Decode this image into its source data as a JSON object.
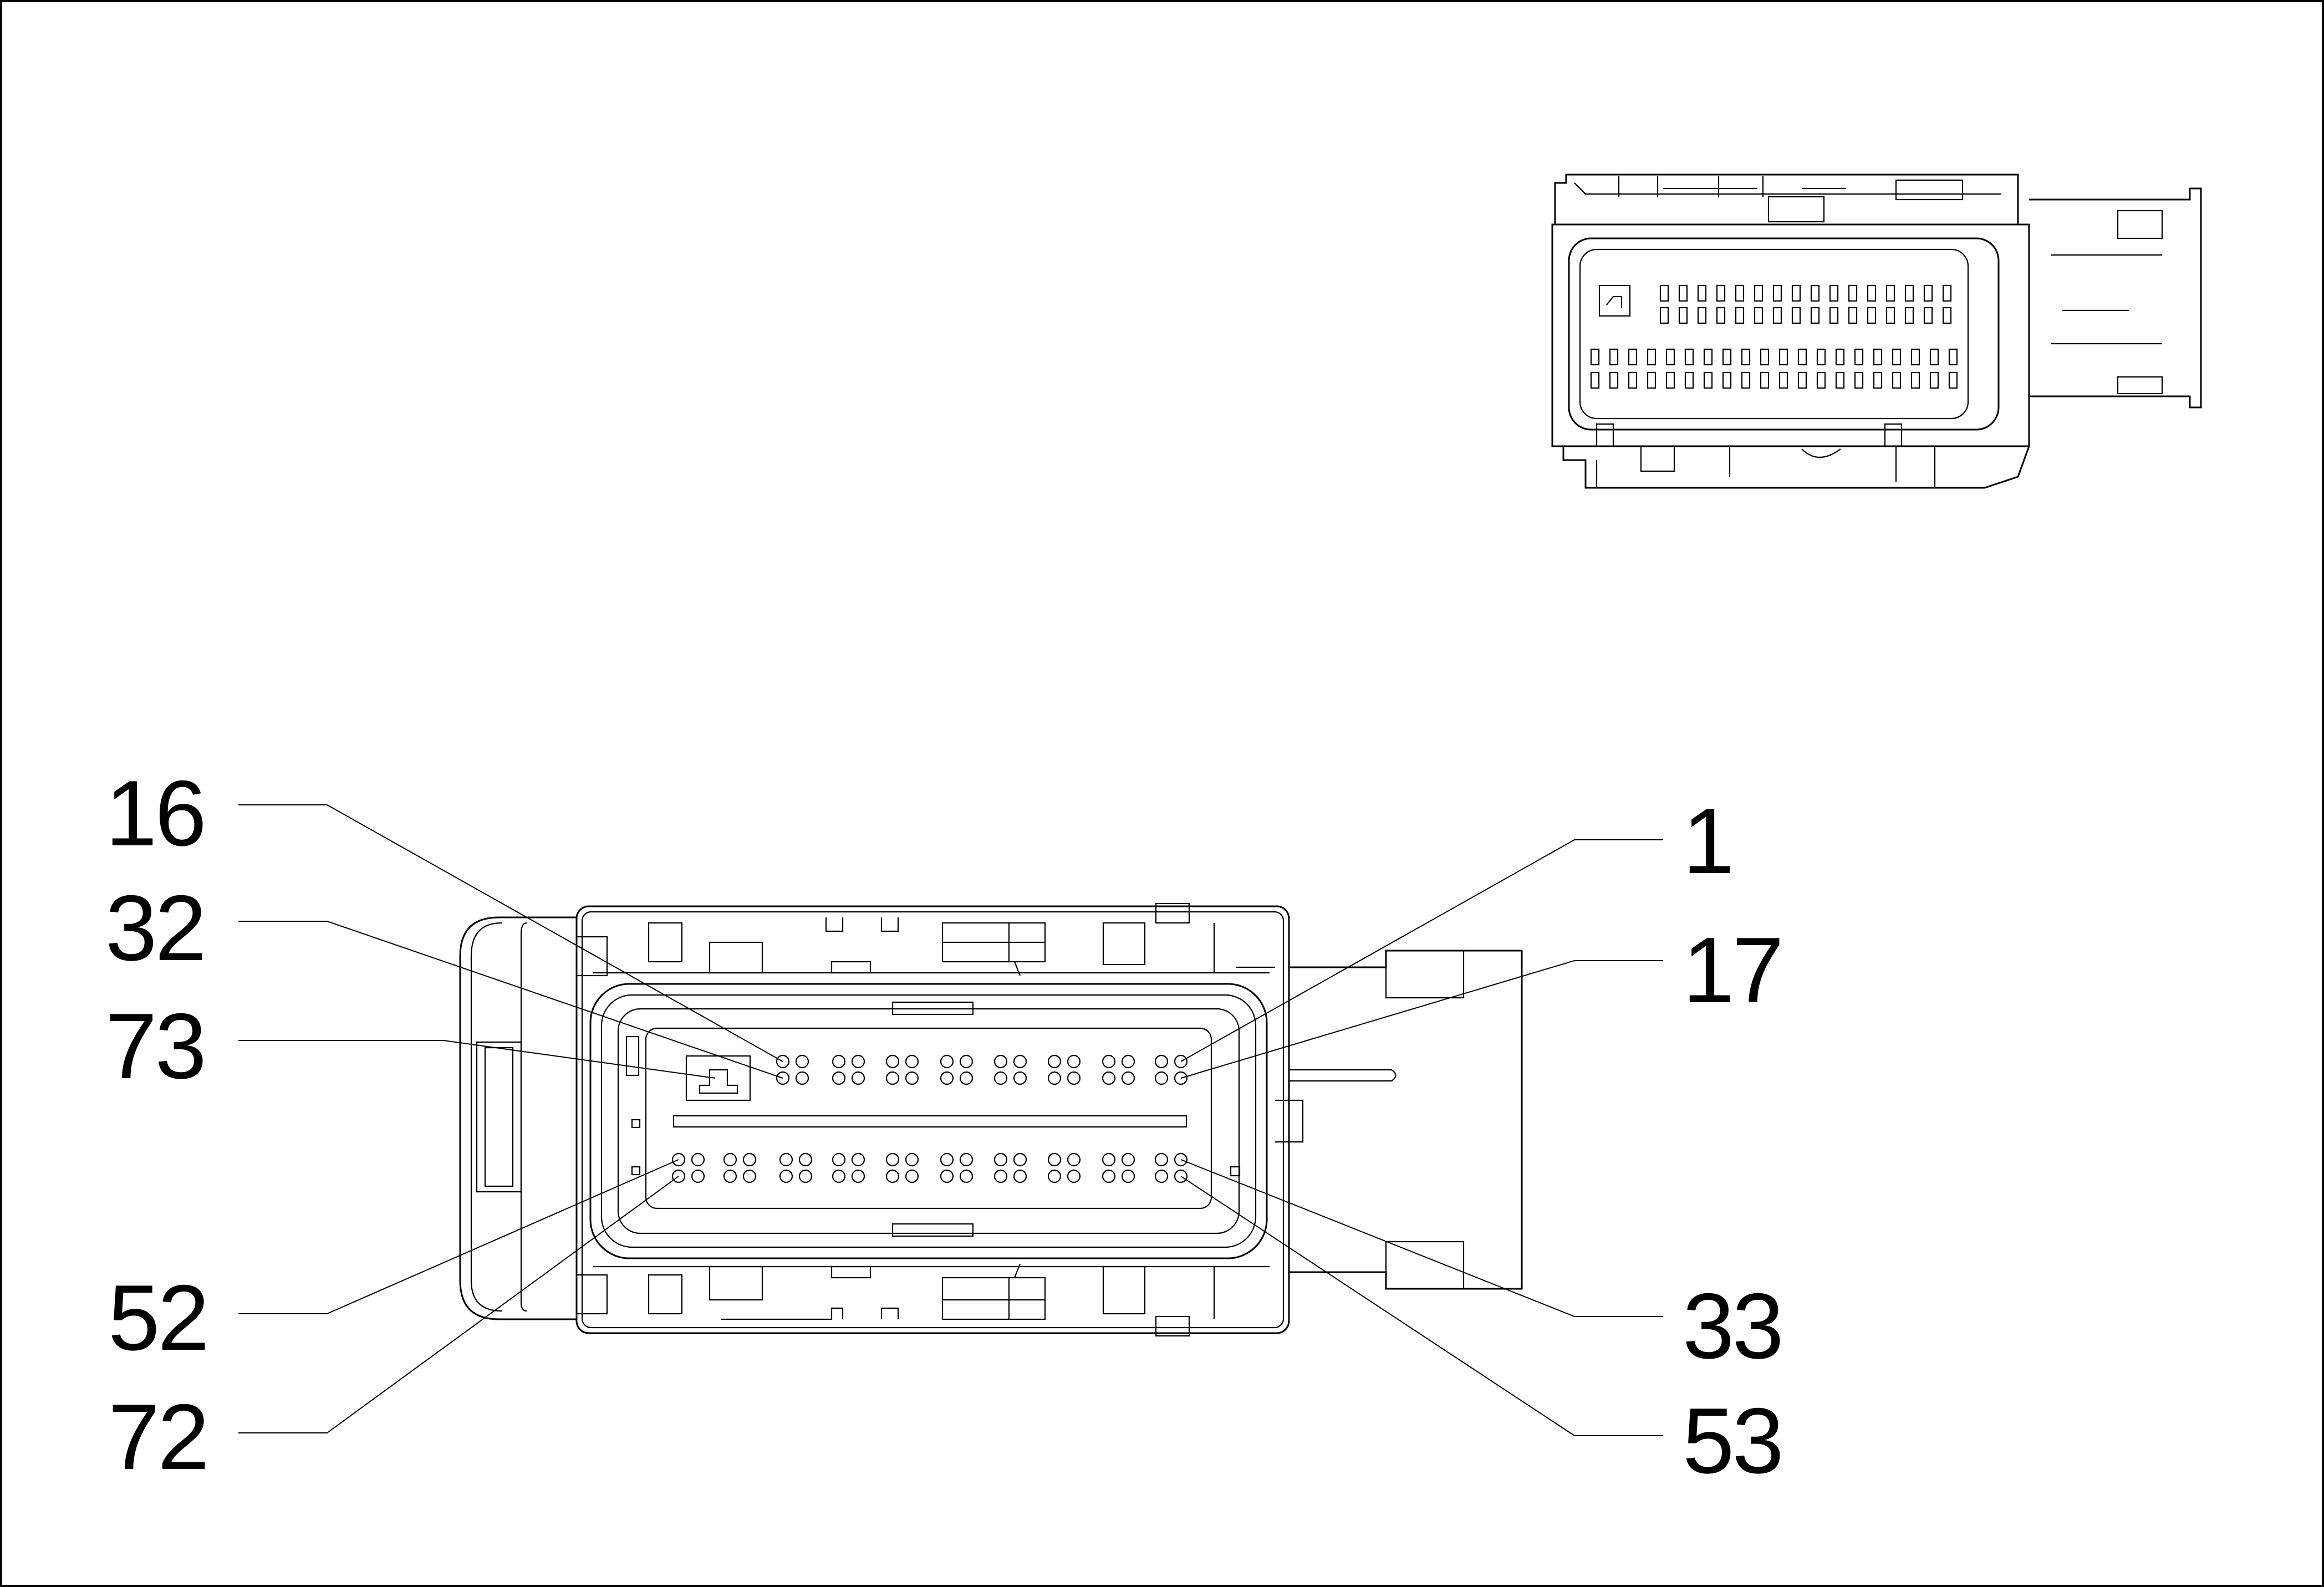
{
  "diagram": {
    "type": "connector-pinout",
    "pin_labels": {
      "top_left": [
        "16",
        "32",
        "73"
      ],
      "bottom_left": [
        "52",
        "72"
      ],
      "top_right": [
        "1",
        "17"
      ],
      "bottom_right": [
        "33",
        "53"
      ]
    },
    "colors": {
      "line": "#000000",
      "background": "#ffffff"
    }
  }
}
